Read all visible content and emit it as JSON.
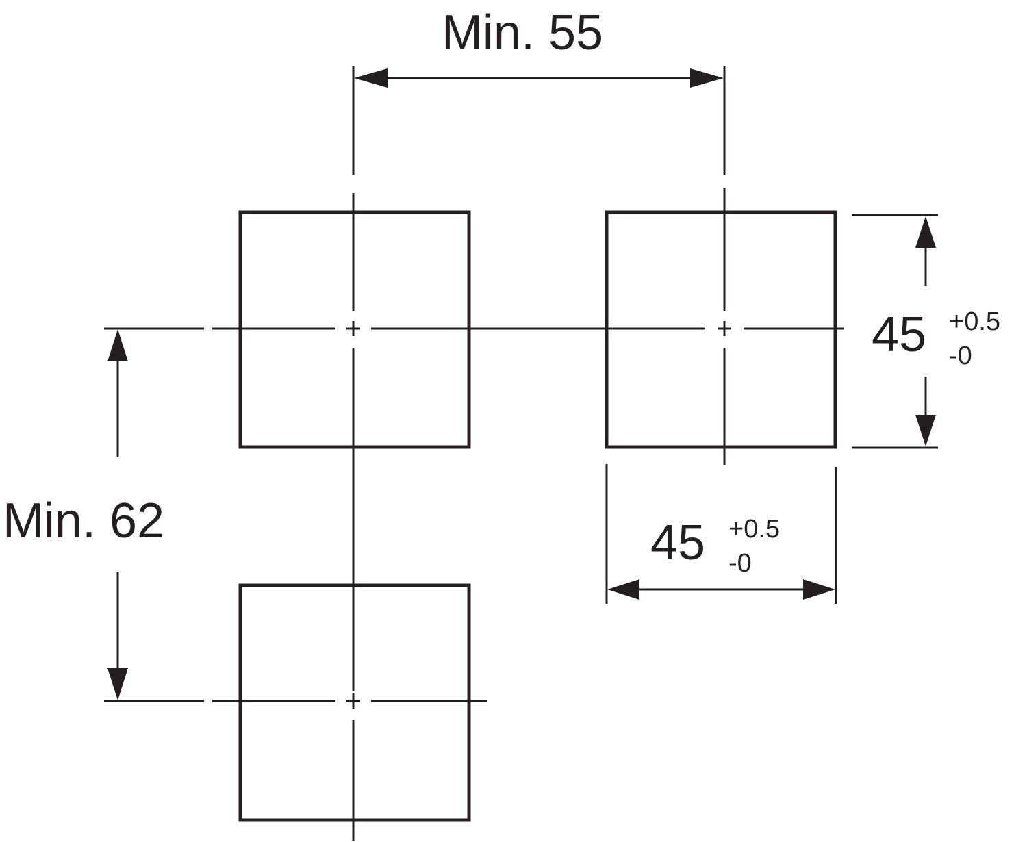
{
  "dimensions": {
    "horizontal_spacing": "Min. 55",
    "vertical_spacing": "Min. 62",
    "cutout_height": {
      "value": "45",
      "tol_plus": "+0.5",
      "tol_minus": "-0"
    },
    "cutout_width": {
      "value": "45",
      "tol_plus": "+0.5",
      "tol_minus": "-0"
    }
  },
  "colors": {
    "line": "#231f20",
    "background": "#ffffff"
  }
}
